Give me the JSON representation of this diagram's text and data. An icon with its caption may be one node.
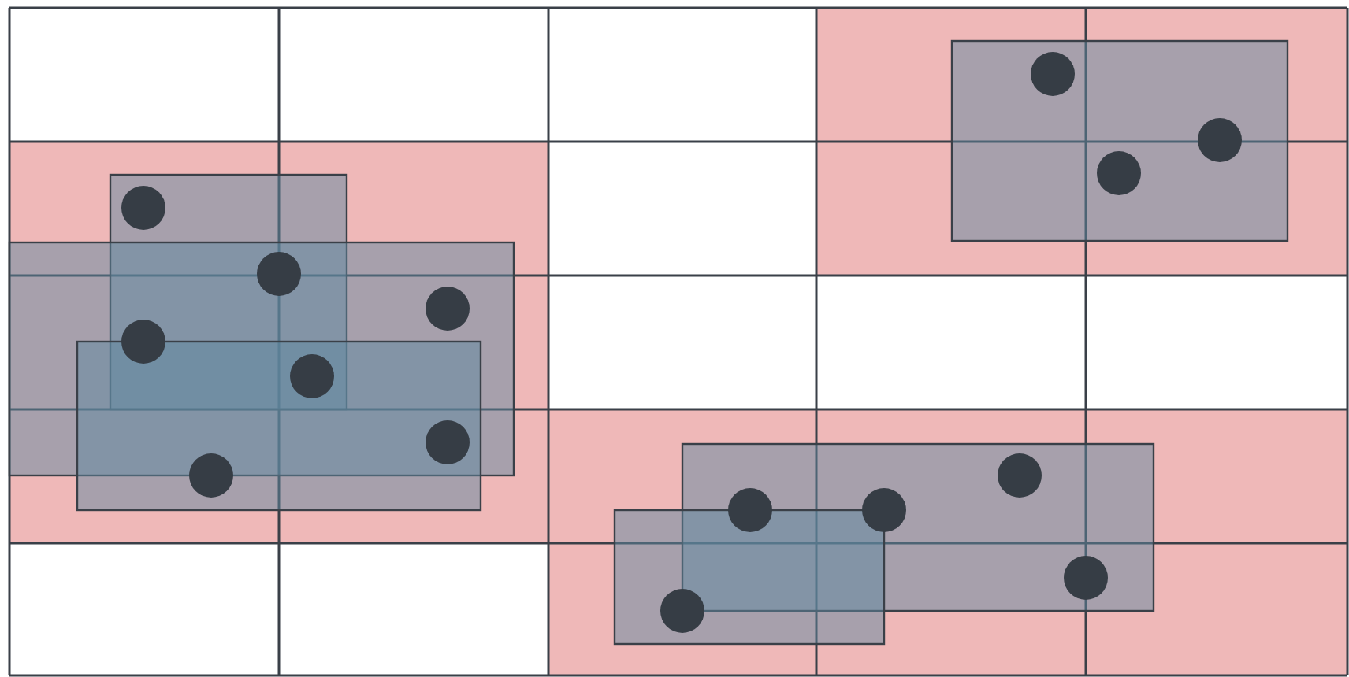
{
  "diagram": {
    "nodes": [
      {
        "text": [],
        "shape": "box"
      },
      {
        "text": [],
        "shape": "circle",
        "in": 0
      },
      {
        "text": [],
        "shape": "circle",
        "in": 0
      },
      {
        "text": [],
        "shape": "circle",
        "in": 0
      },
      {
        "text": [],
        "shape": "box"
      },
      {
        "text": [],
        "shape": "circle",
        "in": 4
      },
      {
        "text": [],
        "shape": "box"
      },
      {
        "text": [],
        "shape": "circle"
      },
      {
        "text": [],
        "shape": "circle",
        "in": 6
      },
      {
        "text": [],
        "shape": "box"
      },
      {
        "text": [],
        "shape": "circle"
      },
      {
        "text": [],
        "shape": "circle"
      },
      {
        "text": [],
        "shape": "circle"
      },
      {
        "text": [],
        "shape": "box"
      },
      {
        "text": [],
        "shape": "circle",
        "in": 13
      },
      {
        "text": [],
        "shape": "circle",
        "in": 9
      },
      {
        "text": [],
        "shape": "box"
      },
      {
        "text": [],
        "shape": "circle",
        "in": 13
      },
      {
        "text": [],
        "shape": "circle",
        "in": 13
      },
      {
        "text": [],
        "shape": "circle",
        "in": 13
      },
      {
        "text": [],
        "shape": "circle",
        "in": 16
      }
    ]
  }
}
